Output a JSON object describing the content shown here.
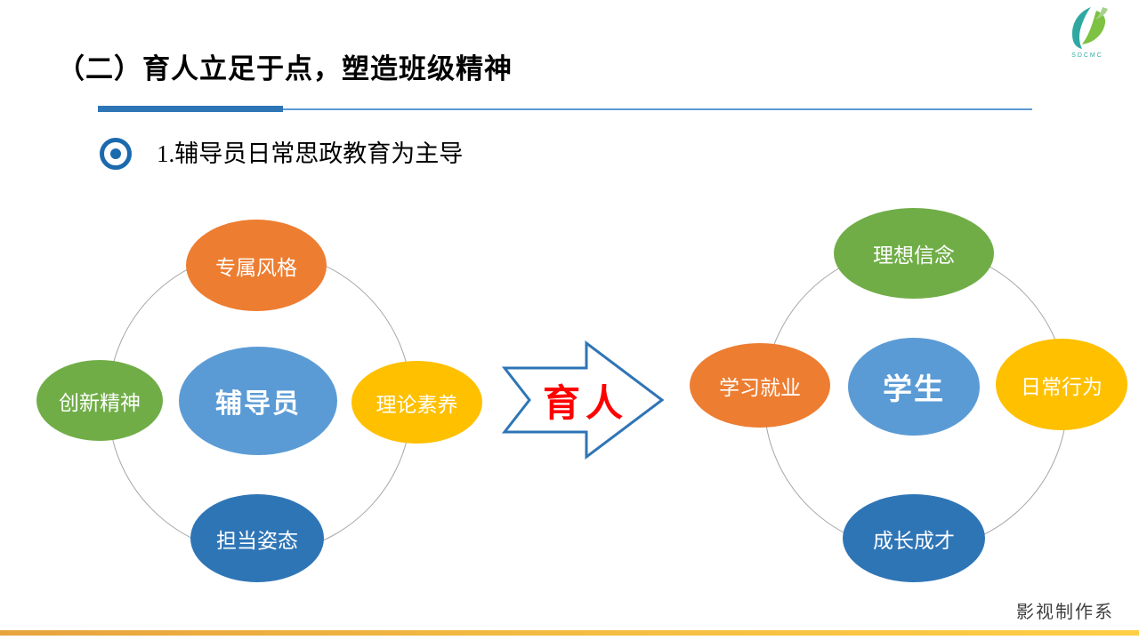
{
  "slide": {
    "title": "（二）育人立足于点，塑造班级精神",
    "bullet_text": "1.辅导员日常思政教育为主导",
    "arrow_label": "育人",
    "footer_text": "影视制作系",
    "logo_text": "SDCMC"
  },
  "left_diagram": {
    "center": {
      "label": "辅导员",
      "color": "#5B9BD5"
    },
    "satellites": [
      {
        "position": "top",
        "label": "专属风格",
        "color": "#ED7D31"
      },
      {
        "position": "left",
        "label": "创新精神",
        "color": "#70AD47"
      },
      {
        "position": "right",
        "label": "理论素养",
        "color": "#FFC000"
      },
      {
        "position": "bottom",
        "label": "担当姿态",
        "color": "#2E75B6"
      }
    ]
  },
  "right_diagram": {
    "center": {
      "label": "学生",
      "color": "#5B9BD5"
    },
    "satellites": [
      {
        "position": "top",
        "label": "理想信念",
        "color": "#70AD47"
      },
      {
        "position": "left",
        "label": "学习就业",
        "color": "#ED7D31"
      },
      {
        "position": "right",
        "label": "日常行为",
        "color": "#FFC000"
      },
      {
        "position": "bottom",
        "label": "成长成才",
        "color": "#2E75B6"
      }
    ]
  },
  "colors": {
    "accent_bar": "#2E75B6",
    "thin_rule": "#5B9BD5",
    "orbit_ring": "#A6A6A6",
    "arrow_outline": "#2E75B6",
    "arrow_text": "#FF0000",
    "bullet_icon": "#1B6AAE",
    "bottom_bar_left": "#E8A33D",
    "bottom_bar_right": "#FFCE45"
  }
}
